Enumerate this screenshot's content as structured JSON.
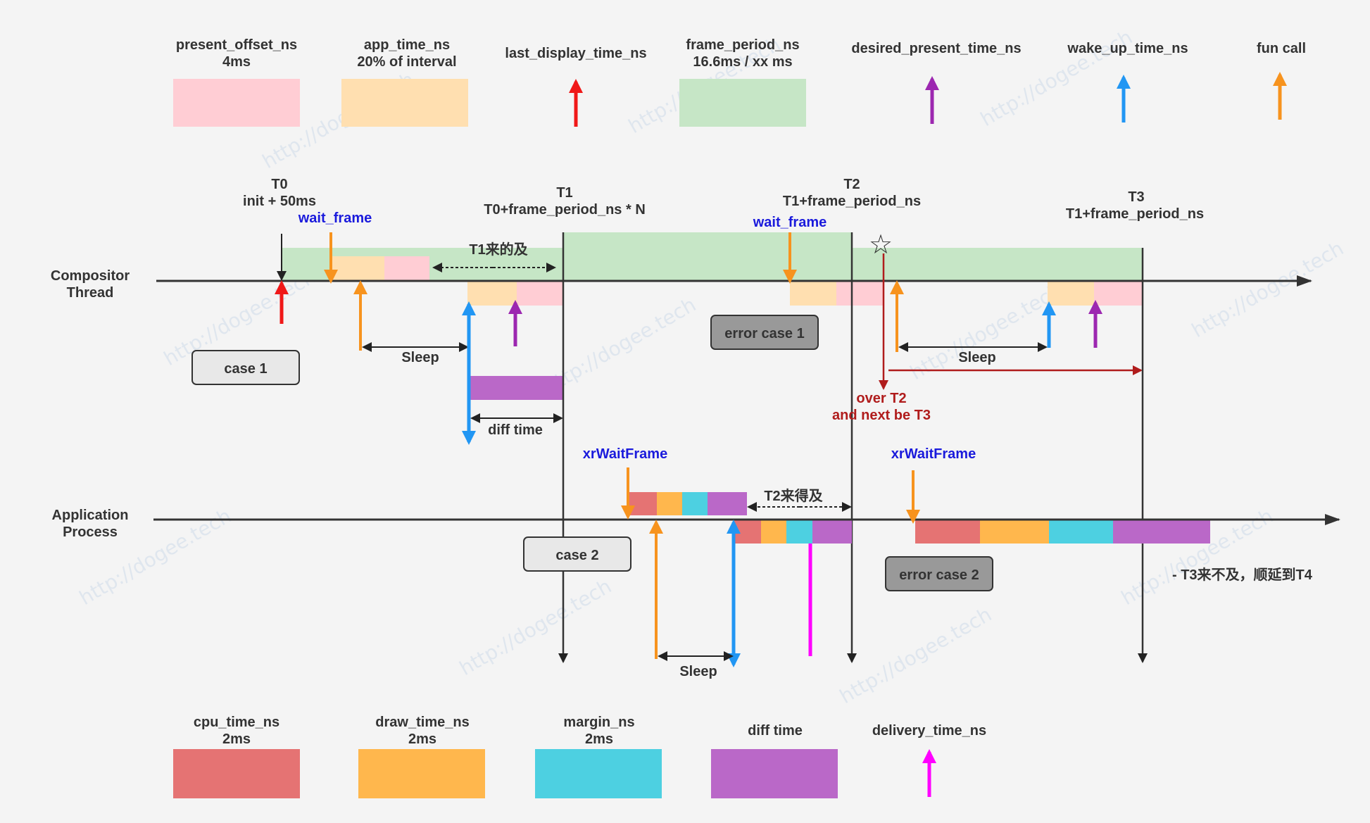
{
  "watermark": "http://dogee.tech",
  "legend_top": [
    {
      "name": "present_offset_ns",
      "line2": "4ms",
      "color": "#ffcdd4",
      "kind": "box"
    },
    {
      "name": "app_time_ns",
      "line2": "20% of interval",
      "color": "#ffdfb0",
      "kind": "box"
    },
    {
      "name": "last_display_time_ns",
      "line2": "",
      "color": "#f01818",
      "kind": "arrow"
    },
    {
      "name": "frame_period_ns",
      "line2": "16.6ms / xx ms",
      "color": "#c6e6c6",
      "kind": "box"
    },
    {
      "name": "desired_present_time_ns",
      "line2": "",
      "color": "#9c27b0",
      "kind": "arrow"
    },
    {
      "name": "wake_up_time_ns",
      "line2": "",
      "color": "#2196f3",
      "kind": "arrow"
    },
    {
      "name": "fun call",
      "line2": "",
      "color": "#f7931e",
      "kind": "arrow"
    }
  ],
  "legend_bottom": [
    {
      "name": "cpu_time_ns",
      "line2": "2ms",
      "color": "#e57373",
      "kind": "box"
    },
    {
      "name": "draw_time_ns",
      "line2": "2ms",
      "color": "#ffb74d",
      "kind": "box"
    },
    {
      "name": "margin_ns",
      "line2": "2ms",
      "color": "#4dd0e1",
      "kind": "box"
    },
    {
      "name": "diff time",
      "line2": "",
      "color": "#ba68c8",
      "kind": "box"
    },
    {
      "name": "delivery_time_ns",
      "line2": "",
      "color": "#ff00ff",
      "kind": "arrow"
    }
  ],
  "lanes": {
    "compositor": [
      "Compositor",
      "Thread"
    ],
    "application": [
      "Application",
      "Process"
    ]
  },
  "markers": {
    "t0": [
      "T0",
      "init + 50ms"
    ],
    "t1": [
      "T1",
      "T0+frame_period_ns * N"
    ],
    "t2": [
      "T2",
      "T1+frame_period_ns"
    ],
    "t3": [
      "T3",
      "T1+frame_period_ns"
    ]
  },
  "calls": {
    "wait_frame": "wait_frame",
    "xr_wait_frame": "xrWaitFrame"
  },
  "labels": {
    "t1_in_time": "T1来的及",
    "t2_in_time": "T2来得及",
    "sleep": "Sleep",
    "diff_time": "diff time",
    "over_t2": [
      "over T2",
      "and next be T3"
    ],
    "t3_late": "- T3来不及，顺延到T4"
  },
  "cases": {
    "case1": "case 1",
    "case2": "case 2",
    "error1": "error case 1",
    "error2": "error case 2"
  },
  "colors": {
    "present_offset": "#ffcdd4",
    "app_time": "#ffdfb0",
    "frame_period": "#c6e6c6",
    "cpu": "#e57373",
    "draw": "#ffb74d",
    "margin": "#4dd0e1",
    "diff": "#ba68c8",
    "last_display": "#f01818",
    "desired_present": "#9c27b0",
    "wake_up": "#2196f3",
    "fun_call": "#f7931e",
    "delivery": "#ff00ff",
    "axis": "#333333",
    "over": "#b01c1c",
    "call_text": "#1a1adc"
  }
}
